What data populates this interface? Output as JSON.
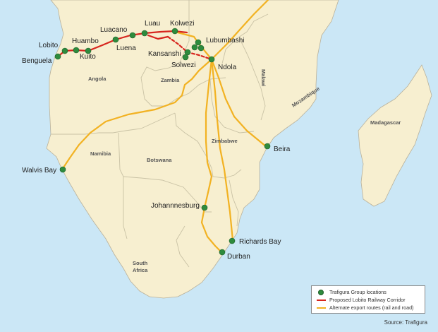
{
  "colors": {
    "sea": "#cbe7f6",
    "land": "#f7efd0",
    "border": "#c9c2a5",
    "location": "#2e8b3d",
    "corridor": "#d7261e",
    "export_route": "#f2b222"
  },
  "cities": [
    {
      "name": "Lobito"
    },
    {
      "name": "Benguela"
    },
    {
      "name": "Huambo"
    },
    {
      "name": "Kuito"
    },
    {
      "name": "Luacano"
    },
    {
      "name": "Luena"
    },
    {
      "name": "Luau"
    },
    {
      "name": "Kolwezi"
    },
    {
      "name": "Lubumbashi"
    },
    {
      "name": "Kansanshi"
    },
    {
      "name": "Solwezi"
    },
    {
      "name": "Ndola"
    },
    {
      "name": "Beira"
    },
    {
      "name": "Walvis Bay"
    },
    {
      "name": "Johannnesburg"
    },
    {
      "name": "Richards Bay"
    },
    {
      "name": "Durban"
    }
  ],
  "countries": [
    {
      "name": "Angola"
    },
    {
      "name": "Zambia"
    },
    {
      "name": "Malawi"
    },
    {
      "name": "Mozambique"
    },
    {
      "name": "Madagascar"
    },
    {
      "name": "Namibia"
    },
    {
      "name": "Zimbabwe"
    },
    {
      "name": "Botswana"
    },
    {
      "name": "South"
    },
    {
      "name": "Africa"
    }
  ],
  "legend": {
    "locations": "Trafigura Group locations",
    "corridor": "Proposed Lobito Railway Corridor",
    "routes": "Alternate export routes (rail and road)"
  },
  "source": "Source: Trafigura"
}
